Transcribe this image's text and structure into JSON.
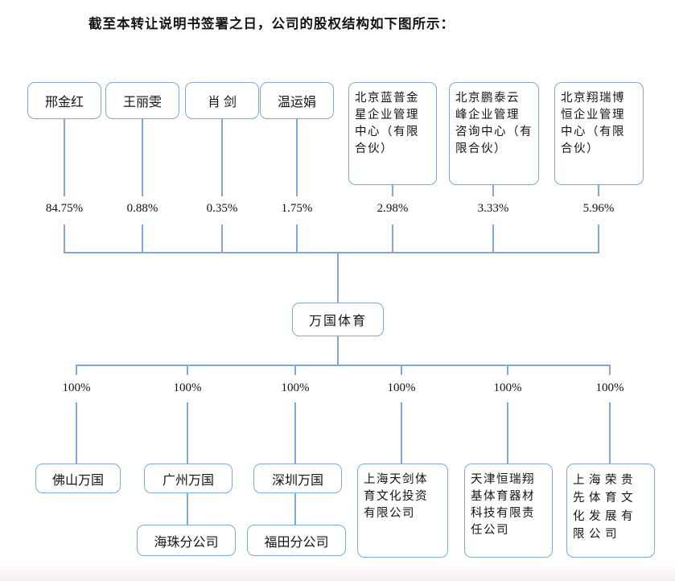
{
  "title": "截至本转让说明书签署之日，公司的股权结构如下图所示：",
  "colors": {
    "line": "#7fa8d9",
    "text": "#141414"
  },
  "parent_company": {
    "name": "万国体育"
  },
  "shareholders": [
    {
      "name": "邢金红",
      "ownership": "84.75%"
    },
    {
      "name": "王丽雯",
      "ownership": "0.88%"
    },
    {
      "name": "肖 剑",
      "ownership": "0.35%"
    },
    {
      "name": "温运娟",
      "ownership": "1.75%"
    },
    {
      "name": "北京蓝普金\n星企业管理\n中心（有限\n合伙）",
      "ownership": "2.98%"
    },
    {
      "name": "北京鹏泰云\n峰企业管理\n咨询中心（有\n限合伙）",
      "ownership": "3.33%"
    },
    {
      "name": "北京翔瑞博\n恒企业管理\n中心（有限\n合伙）",
      "ownership": "5.96%"
    }
  ],
  "subsidiaries": [
    {
      "name": "佛山万国",
      "ownership": "100%"
    },
    {
      "name": "广州万国",
      "ownership": "100%",
      "branch": "海珠分公司"
    },
    {
      "name": "深圳万国",
      "ownership": "100%",
      "branch": "福田分公司"
    },
    {
      "name": "上海天剑体\n育文化投资\n有限公司",
      "ownership": "100%"
    },
    {
      "name": "天津恒瑞翔\n基体育器材\n科技有限责\n任公司",
      "ownership": "100%"
    },
    {
      "name": "上海荣贵\n先体育文\n化发展有\n限公司",
      "ownership": "100%"
    }
  ]
}
